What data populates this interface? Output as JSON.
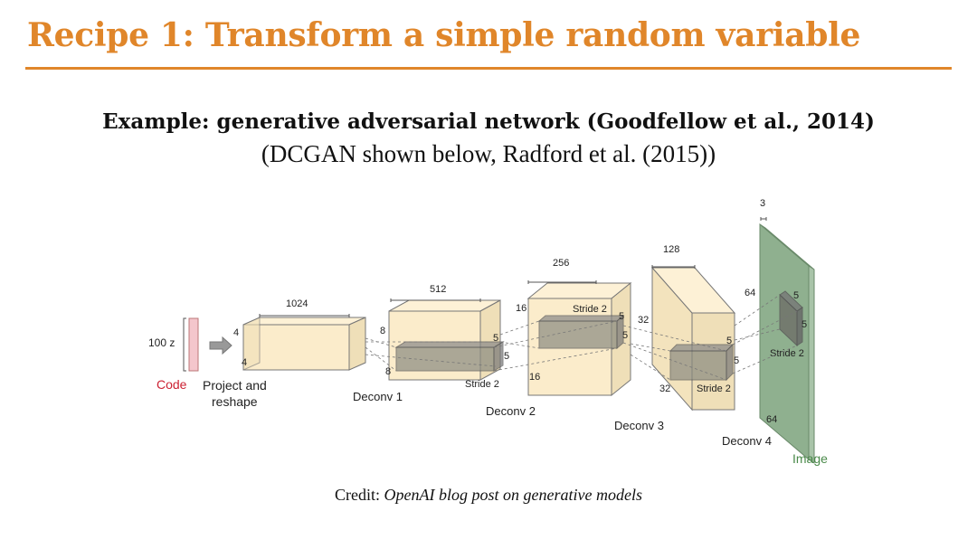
{
  "slide": {
    "title": "Recipe 1: Transform a simple random variable",
    "example": "Example: generative adversarial network (Goodfellow et al., 2014)",
    "subexample": "(DCGAN shown below, Radford et al. (2015))",
    "credit_prefix": "Credit: ",
    "credit_source": "OpenAI blog post on generative models",
    "accent_color": "#e0862a"
  },
  "diagram": {
    "code_dim": "100 z",
    "code_label": "Code",
    "code_color": "#cc2233",
    "project_label_1": "Project and",
    "project_label_2": "reshape",
    "block1": {
      "width_label": "1024",
      "h_label": "4",
      "d_label": "4"
    },
    "block2": {
      "width_label": "512",
      "h_label": "8",
      "d_label": "8",
      "k_a": "5",
      "k_b": "5",
      "stride": "Stride 2",
      "name": "Deconv 1"
    },
    "block3": {
      "width_label": "256",
      "h_label": "16",
      "d_label": "16",
      "k_a": "5",
      "k_b": "5",
      "stride": "Stride 2",
      "name": "Deconv 2"
    },
    "block4": {
      "width_label": "128",
      "h_label": "32",
      "d_label": "32",
      "k_a": "5",
      "k_b": "5",
      "stride": "Stride 2",
      "name": "Deconv 3"
    },
    "image": {
      "width_label": "3",
      "h_label": "64",
      "d_label": "64",
      "k_a": "5",
      "k_b": "5",
      "stride": "Stride 2",
      "name": "Deconv 4",
      "label": "Image",
      "color": "#8fb08f",
      "label_color": "#4a8a4a"
    },
    "block_color": "#fbeccb"
  }
}
